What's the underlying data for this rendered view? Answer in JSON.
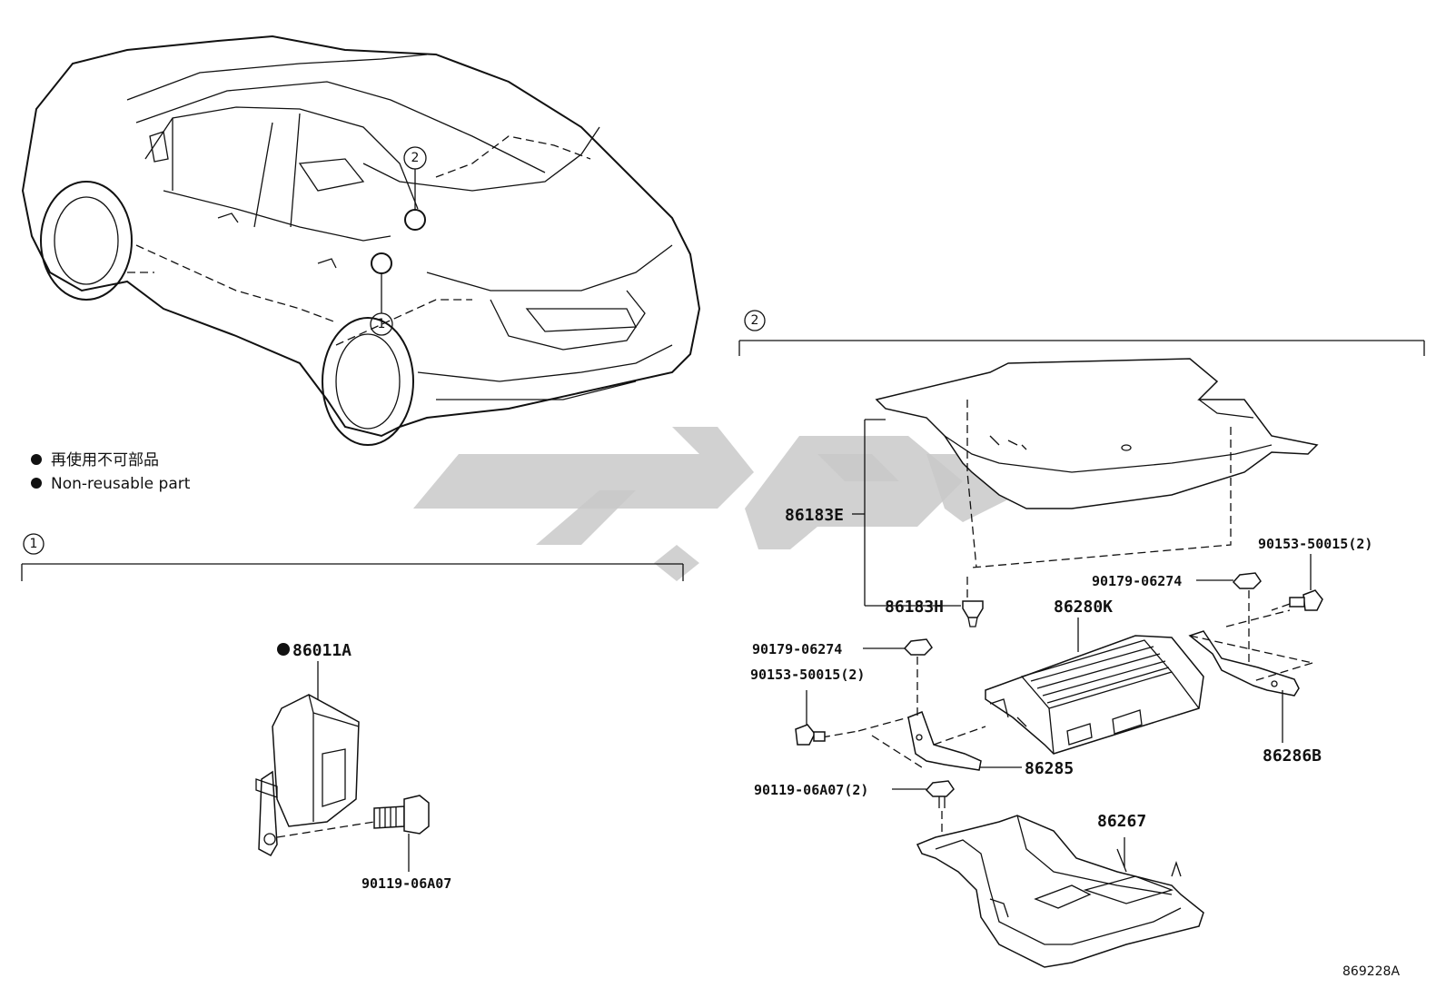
{
  "legend": {
    "jp": "再使用不可部品",
    "en": "Non-reusable part"
  },
  "views": {
    "view1": "1",
    "view2": "2"
  },
  "labels": {
    "p86011A": "86011A",
    "p90119_06A07_a": "90119-06A07",
    "p86183E": "86183E",
    "p86183H": "86183H",
    "p86280K": "86280K",
    "p90179_06274_a": "90179-06274",
    "p90179_06274_b": "90179-06274",
    "p90153_50015_a": "90153-50015(2)",
    "p90153_50015_b": "90153-50015(2)",
    "p86286B": "86286B",
    "p86285": "86285",
    "p90119_06A07_b": "90119-06A07(2)",
    "p86267": "86267"
  },
  "drawing_code": "869228A",
  "colors": {
    "line": "#111111",
    "watermark": "#c9c9c9"
  }
}
